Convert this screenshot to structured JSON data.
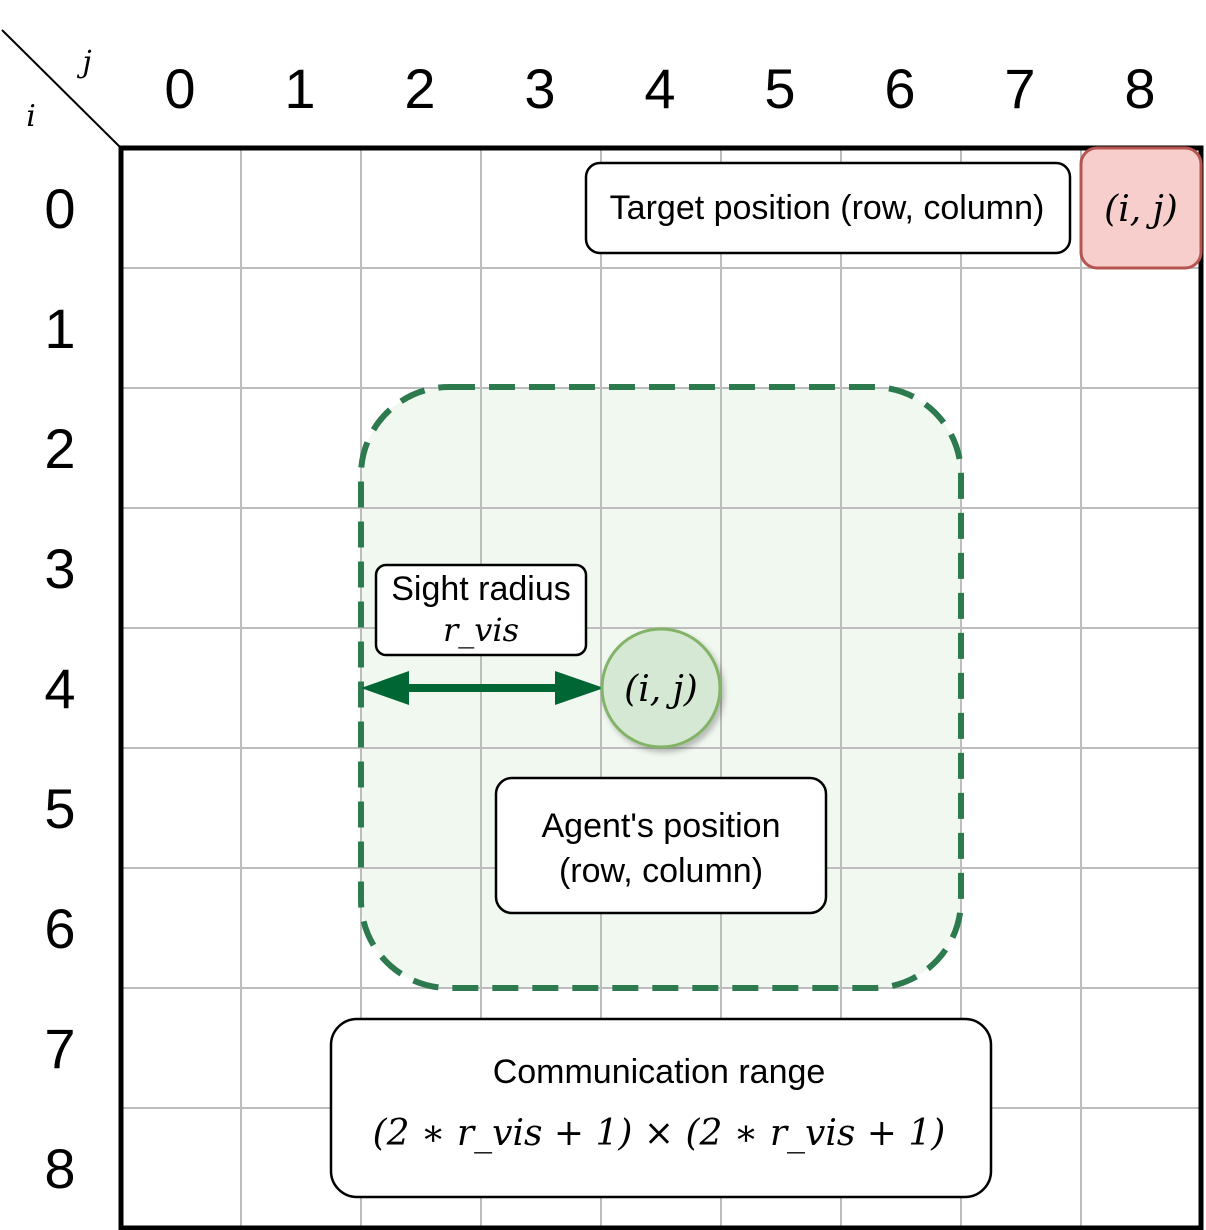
{
  "corner": {
    "col_var": "j",
    "row_var": "i"
  },
  "columns": [
    "0",
    "1",
    "2",
    "3",
    "4",
    "5",
    "6",
    "7",
    "8"
  ],
  "rows": [
    "0",
    "1",
    "2",
    "3",
    "4",
    "5",
    "6",
    "7",
    "8"
  ],
  "target": {
    "label": "Target position (row, column)",
    "cell_text": "(i, j)",
    "row": 0,
    "col": 8,
    "fill": "#f8cecc",
    "stroke": "#b85450"
  },
  "agent": {
    "cell_text": "(i, j)",
    "row": 4,
    "col": 4,
    "label_line1": "Agent's position",
    "label_line2": "(row, column)",
    "fill": "#d5e8d4",
    "stroke": "#82b366"
  },
  "sight": {
    "title": "Sight radius",
    "symbol": "r_vis",
    "radius": 2,
    "arrow_color": "#006633"
  },
  "communication": {
    "title": "Communication range",
    "formula": "(2 ∗ r_vis + 1) × (2 ∗ r_vis + 1)",
    "fill": "#f1f8f0",
    "stroke": "#2d7a4f"
  }
}
